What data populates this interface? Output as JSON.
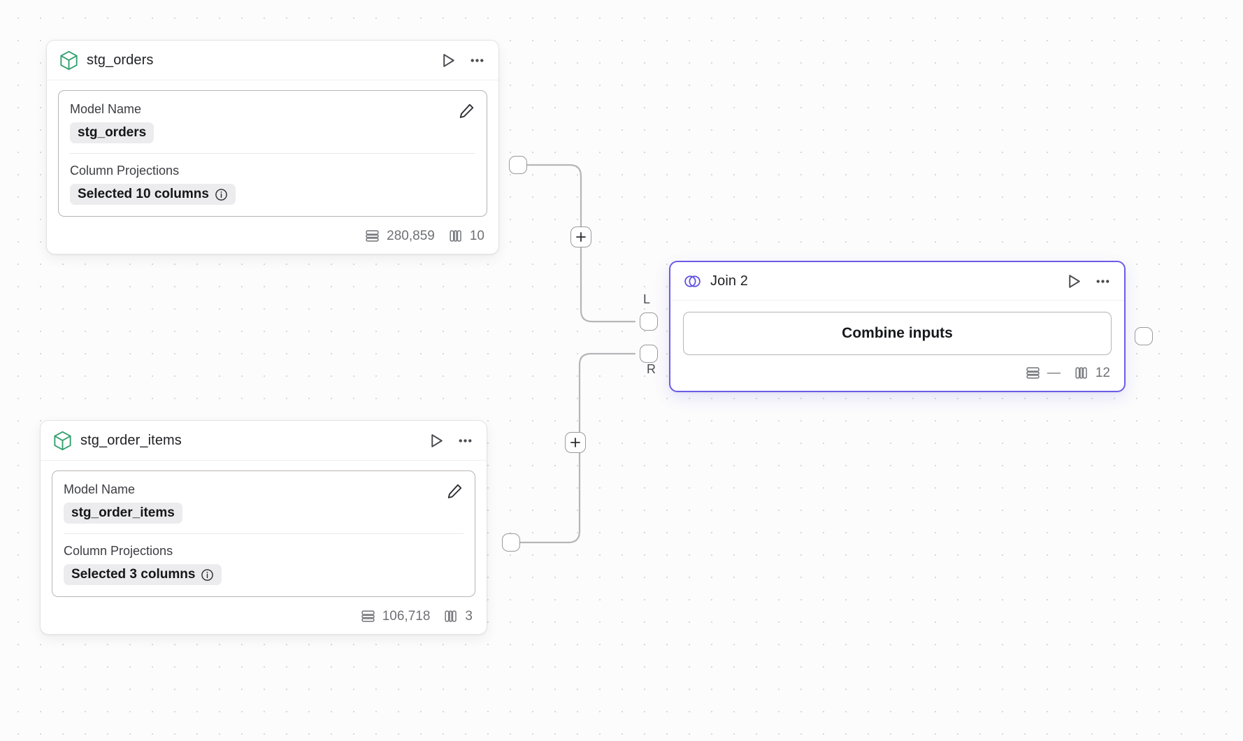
{
  "canvas": {
    "background": "#fcfcfc",
    "dot_color": "#d8d8d8",
    "accent_color": "#6c5ce7",
    "model_icon_color": "#35a06f"
  },
  "nodes": [
    {
      "id": "stg_orders",
      "title": "stg_orders",
      "icon": "cube-icon",
      "fields": {
        "model_name_label": "Model Name",
        "model_name_value": "stg_orders",
        "projections_label": "Column Projections",
        "projections_value": "Selected 10 columns"
      },
      "stats": {
        "rows": "280,859",
        "columns": "10"
      }
    },
    {
      "id": "stg_order_items",
      "title": "stg_order_items",
      "icon": "cube-icon",
      "fields": {
        "model_name_label": "Model Name",
        "model_name_value": "stg_order_items",
        "projections_label": "Column Projections",
        "projections_value": "Selected 3 columns"
      },
      "stats": {
        "rows": "106,718",
        "columns": "3"
      }
    },
    {
      "id": "join_2",
      "title": "Join 2",
      "icon": "venn-icon",
      "selected": true,
      "action_label": "Combine inputs",
      "ports": {
        "left": "L",
        "right": "R"
      },
      "stats": {
        "rows": "—",
        "columns": "12"
      }
    }
  ]
}
